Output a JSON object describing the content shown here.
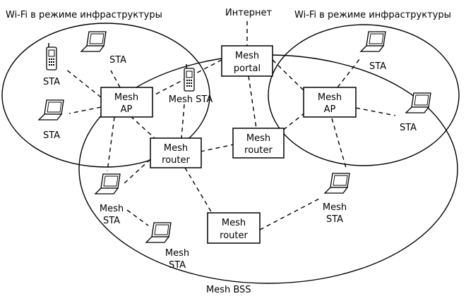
{
  "labels": {
    "left_title": "Wi-Fi в режиме инфраструктуры",
    "right_title": "Wi-Fi в режиме инфраструктуры",
    "internet": "Интернет",
    "bss": "Mesh BSS"
  },
  "nodes": {
    "portal": [
      "Mesh",
      "portal"
    ],
    "ap_left": [
      "Mesh",
      "AP"
    ],
    "ap_right": [
      "Mesh",
      "AP"
    ],
    "router_center": [
      "Mesh",
      "router"
    ],
    "router_right": [
      "Mesh",
      "router"
    ],
    "router_bottom": [
      "Mesh",
      "router"
    ]
  },
  "stations": {
    "sta_phone_left": "STA",
    "sta_laptop_top": "STA",
    "sta_laptop_left": "STA",
    "mesh_sta_phone": "Mesh STA",
    "sta_laptop_right_top": "STA",
    "sta_laptop_right": "STA",
    "mesh_sta_left": [
      "Mesh",
      "STA"
    ],
    "mesh_sta_bottom": [
      "Mesh",
      "STA"
    ],
    "mesh_sta_right": [
      "Mesh",
      "STA"
    ]
  }
}
